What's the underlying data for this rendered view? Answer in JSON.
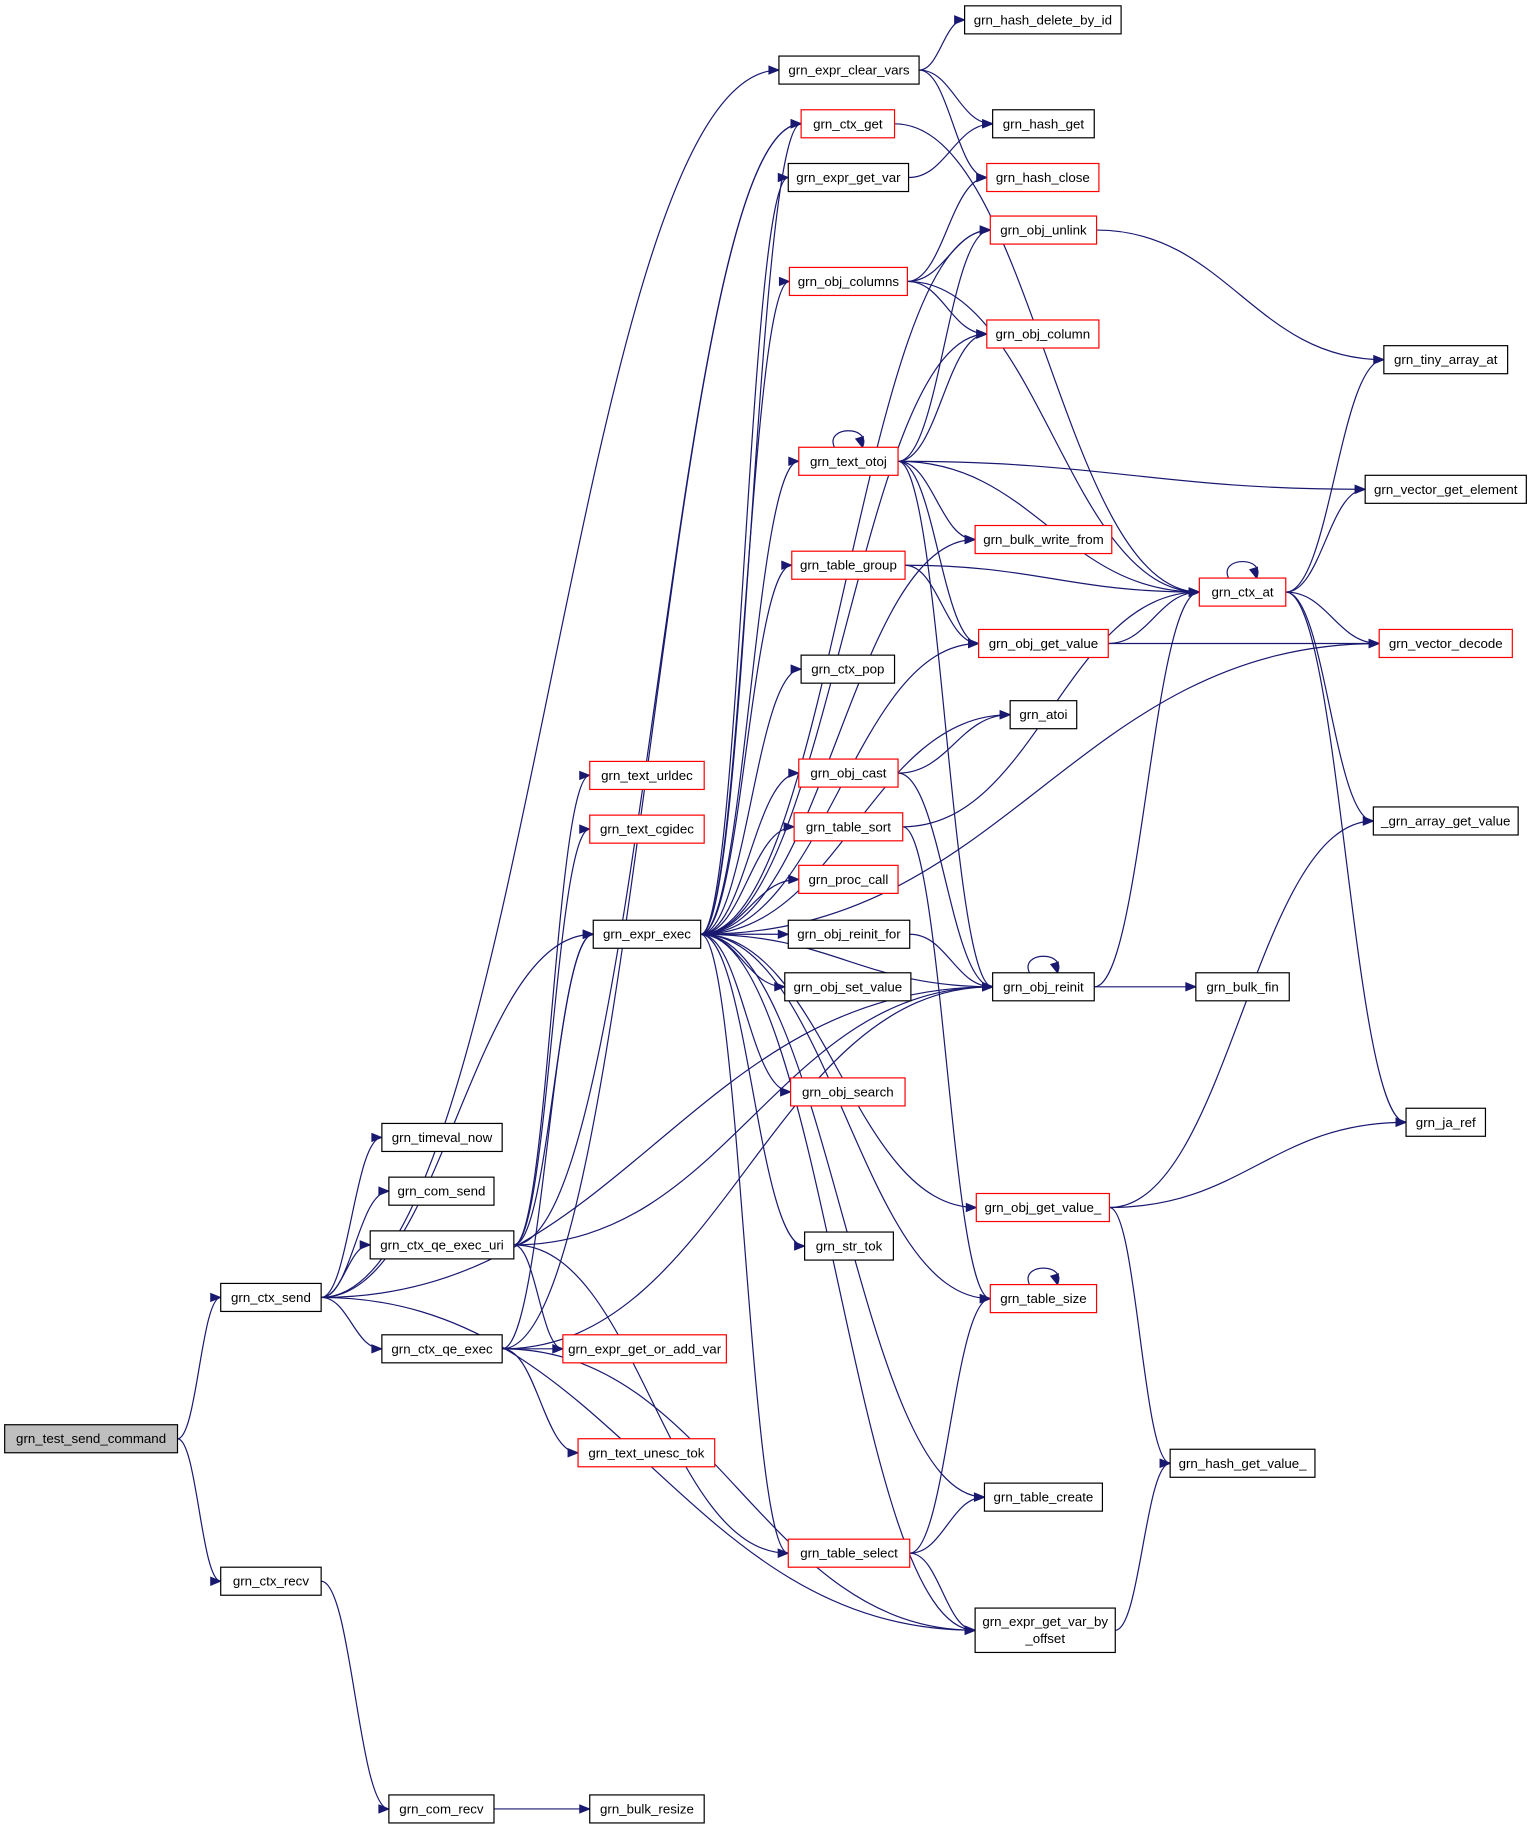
{
  "colors": {
    "edge": "#191970",
    "root_fill": "#bfbfbf",
    "normal_border": "#000000",
    "red_border": "#ff0000",
    "node_fill": "#ffffff"
  },
  "nodes": [
    {
      "id": "test_send_command",
      "label": "grn_test_send_command",
      "kind": "root"
    },
    {
      "id": "ctx_send",
      "label": "grn_ctx_send",
      "kind": "normal"
    },
    {
      "id": "ctx_recv",
      "label": "grn_ctx_recv",
      "kind": "normal"
    },
    {
      "id": "com_recv",
      "label": "grn_com_recv",
      "kind": "normal"
    },
    {
      "id": "bulk_resize",
      "label": "grn_bulk_resize",
      "kind": "normal"
    },
    {
      "id": "timeval_now",
      "label": "grn_timeval_now",
      "kind": "normal"
    },
    {
      "id": "com_send",
      "label": "grn_com_send",
      "kind": "normal"
    },
    {
      "id": "qe_exec_uri",
      "label": "grn_ctx_qe_exec_uri",
      "kind": "normal"
    },
    {
      "id": "qe_exec",
      "label": "grn_ctx_qe_exec",
      "kind": "normal"
    },
    {
      "id": "text_urldec",
      "label": "grn_text_urldec",
      "kind": "red"
    },
    {
      "id": "text_cgidec",
      "label": "grn_text_cgidec",
      "kind": "red"
    },
    {
      "id": "expr_exec",
      "label": "grn_expr_exec",
      "kind": "normal"
    },
    {
      "id": "get_or_add_var",
      "label": "grn_expr_get_or_add_var",
      "kind": "red"
    },
    {
      "id": "unesc_tok",
      "label": "grn_text_unesc_tok",
      "kind": "red"
    },
    {
      "id": "expr_clear_vars",
      "label": "grn_expr_clear_vars",
      "kind": "normal"
    },
    {
      "id": "ctx_get",
      "label": "grn_ctx_get",
      "kind": "red"
    },
    {
      "id": "expr_get_var",
      "label": "grn_expr_get_var",
      "kind": "normal"
    },
    {
      "id": "obj_columns",
      "label": "grn_obj_columns",
      "kind": "red"
    },
    {
      "id": "text_otoj",
      "label": "grn_text_otoj",
      "kind": "red"
    },
    {
      "id": "table_group",
      "label": "grn_table_group",
      "kind": "red"
    },
    {
      "id": "ctx_pop",
      "label": "grn_ctx_pop",
      "kind": "normal"
    },
    {
      "id": "obj_cast",
      "label": "grn_obj_cast",
      "kind": "red"
    },
    {
      "id": "table_sort",
      "label": "grn_table_sort",
      "kind": "red"
    },
    {
      "id": "proc_call",
      "label": "grn_proc_call",
      "kind": "red"
    },
    {
      "id": "obj_reinit_for",
      "label": "grn_obj_reinit_for",
      "kind": "normal"
    },
    {
      "id": "obj_set_value",
      "label": "grn_obj_set_value",
      "kind": "normal"
    },
    {
      "id": "obj_search",
      "label": "grn_obj_search",
      "kind": "red"
    },
    {
      "id": "str_tok",
      "label": "grn_str_tok",
      "kind": "normal"
    },
    {
      "id": "table_select",
      "label": "grn_table_select",
      "kind": "red"
    },
    {
      "id": "hash_delete_by_id",
      "label": "grn_hash_delete_by_id",
      "kind": "normal"
    },
    {
      "id": "hash_get",
      "label": "grn_hash_get",
      "kind": "normal"
    },
    {
      "id": "hash_close",
      "label": "grn_hash_close",
      "kind": "red"
    },
    {
      "id": "obj_unlink",
      "label": "grn_obj_unlink",
      "kind": "red"
    },
    {
      "id": "obj_column",
      "label": "grn_obj_column",
      "kind": "red"
    },
    {
      "id": "bulk_write_from",
      "label": "grn_bulk_write_from",
      "kind": "red"
    },
    {
      "id": "obj_get_value",
      "label": "grn_obj_get_value",
      "kind": "red"
    },
    {
      "id": "atoi",
      "label": "grn_atoi",
      "kind": "normal"
    },
    {
      "id": "obj_reinit",
      "label": "grn_obj_reinit",
      "kind": "normal"
    },
    {
      "id": "obj_get_value_",
      "label": "grn_obj_get_value_",
      "kind": "red"
    },
    {
      "id": "table_size",
      "label": "grn_table_size",
      "kind": "red"
    },
    {
      "id": "table_create",
      "label": "grn_table_create",
      "kind": "normal"
    },
    {
      "id": "get_var_by_offset",
      "label": "grn_expr_get_var_by\n_offset",
      "kind": "normal"
    },
    {
      "id": "ctx_at",
      "label": "grn_ctx_at",
      "kind": "red"
    },
    {
      "id": "bulk_fin",
      "label": "grn_bulk_fin",
      "kind": "normal"
    },
    {
      "id": "hash_get_value_",
      "label": "grn_hash_get_value_",
      "kind": "normal"
    },
    {
      "id": "tiny_array_at",
      "label": "grn_tiny_array_at",
      "kind": "normal"
    },
    {
      "id": "vector_get_element",
      "label": "grn_vector_get_element",
      "kind": "normal"
    },
    {
      "id": "vector_decode",
      "label": "grn_vector_decode",
      "kind": "red"
    },
    {
      "id": "array_get_value",
      "label": "_grn_array_get_value",
      "kind": "normal"
    },
    {
      "id": "ja_ref",
      "label": "grn_ja_ref",
      "kind": "normal"
    }
  ],
  "edges": [
    [
      "test_send_command",
      "ctx_send"
    ],
    [
      "test_send_command",
      "ctx_recv"
    ],
    [
      "ctx_recv",
      "com_recv"
    ],
    [
      "com_recv",
      "bulk_resize"
    ],
    [
      "ctx_send",
      "expr_clear_vars"
    ],
    [
      "ctx_send",
      "timeval_now"
    ],
    [
      "ctx_send",
      "com_send"
    ],
    [
      "ctx_send",
      "qe_exec_uri"
    ],
    [
      "ctx_send",
      "qe_exec"
    ],
    [
      "ctx_send",
      "expr_exec"
    ],
    [
      "ctx_send",
      "obj_reinit"
    ],
    [
      "ctx_send",
      "get_var_by_offset"
    ],
    [
      "qe_exec_uri",
      "ctx_get"
    ],
    [
      "qe_exec_uri",
      "text_urldec"
    ],
    [
      "qe_exec_uri",
      "text_cgidec"
    ],
    [
      "qe_exec_uri",
      "expr_exec"
    ],
    [
      "qe_exec_uri",
      "get_or_add_var"
    ],
    [
      "qe_exec_uri",
      "obj_reinit"
    ],
    [
      "qe_exec_uri",
      "table_select"
    ],
    [
      "qe_exec",
      "ctx_get"
    ],
    [
      "qe_exec",
      "expr_exec"
    ],
    [
      "qe_exec",
      "get_or_add_var"
    ],
    [
      "qe_exec",
      "unesc_tok"
    ],
    [
      "qe_exec",
      "obj_reinit"
    ],
    [
      "qe_exec",
      "get_var_by_offset"
    ],
    [
      "expr_exec",
      "ctx_get"
    ],
    [
      "expr_exec",
      "expr_get_var"
    ],
    [
      "expr_exec",
      "obj_columns"
    ],
    [
      "expr_exec",
      "text_otoj"
    ],
    [
      "expr_exec",
      "table_group"
    ],
    [
      "expr_exec",
      "ctx_pop"
    ],
    [
      "expr_exec",
      "obj_cast"
    ],
    [
      "expr_exec",
      "table_sort"
    ],
    [
      "expr_exec",
      "proc_call"
    ],
    [
      "expr_exec",
      "obj_reinit_for"
    ],
    [
      "expr_exec",
      "obj_set_value"
    ],
    [
      "expr_exec",
      "obj_search"
    ],
    [
      "expr_exec",
      "str_tok"
    ],
    [
      "expr_exec",
      "table_select"
    ],
    [
      "expr_exec",
      "obj_unlink"
    ],
    [
      "expr_exec",
      "obj_column"
    ],
    [
      "expr_exec",
      "bulk_write_from"
    ],
    [
      "expr_exec",
      "obj_get_value"
    ],
    [
      "expr_exec",
      "atoi"
    ],
    [
      "expr_exec",
      "obj_reinit"
    ],
    [
      "expr_exec",
      "obj_get_value_"
    ],
    [
      "expr_exec",
      "table_size"
    ],
    [
      "expr_exec",
      "table_create"
    ],
    [
      "expr_exec",
      "get_var_by_offset"
    ],
    [
      "expr_exec",
      "vector_decode"
    ],
    [
      "expr_clear_vars",
      "hash_delete_by_id"
    ],
    [
      "expr_clear_vars",
      "hash_get"
    ],
    [
      "expr_clear_vars",
      "hash_close"
    ],
    [
      "ctx_get",
      "ctx_at"
    ],
    [
      "expr_get_var",
      "hash_get"
    ],
    [
      "obj_columns",
      "hash_close"
    ],
    [
      "obj_columns",
      "obj_unlink"
    ],
    [
      "obj_columns",
      "obj_column"
    ],
    [
      "obj_columns",
      "ctx_at"
    ],
    [
      "text_otoj",
      "text_otoj"
    ],
    [
      "text_otoj",
      "obj_unlink"
    ],
    [
      "text_otoj",
      "obj_column"
    ],
    [
      "text_otoj",
      "bulk_write_from"
    ],
    [
      "text_otoj",
      "obj_get_value"
    ],
    [
      "text_otoj",
      "ctx_at"
    ],
    [
      "text_otoj",
      "vector_get_element"
    ],
    [
      "text_otoj",
      "obj_reinit"
    ],
    [
      "table_group",
      "obj_get_value"
    ],
    [
      "table_group",
      "ctx_at"
    ],
    [
      "obj_cast",
      "atoi"
    ],
    [
      "obj_cast",
      "obj_reinit"
    ],
    [
      "table_sort",
      "ctx_at"
    ],
    [
      "table_sort",
      "table_size"
    ],
    [
      "obj_reinit_for",
      "obj_reinit"
    ],
    [
      "table_select",
      "table_size"
    ],
    [
      "table_select",
      "table_create"
    ],
    [
      "table_select",
      "get_var_by_offset"
    ],
    [
      "obj_unlink",
      "tiny_array_at"
    ],
    [
      "obj_get_value",
      "ctx_at"
    ],
    [
      "obj_get_value",
      "vector_decode"
    ],
    [
      "obj_reinit",
      "obj_reinit"
    ],
    [
      "obj_reinit",
      "ctx_at"
    ],
    [
      "obj_reinit",
      "bulk_fin"
    ],
    [
      "obj_get_value_",
      "hash_get_value_"
    ],
    [
      "obj_get_value_",
      "array_get_value"
    ],
    [
      "obj_get_value_",
      "ja_ref"
    ],
    [
      "table_size",
      "table_size"
    ],
    [
      "get_var_by_offset",
      "hash_get_value_"
    ],
    [
      "ctx_at",
      "ctx_at"
    ],
    [
      "ctx_at",
      "tiny_array_at"
    ],
    [
      "ctx_at",
      "vector_get_element"
    ],
    [
      "ctx_at",
      "vector_decode"
    ],
    [
      "ctx_at",
      "array_get_value"
    ],
    [
      "ctx_at",
      "ja_ref"
    ]
  ]
}
